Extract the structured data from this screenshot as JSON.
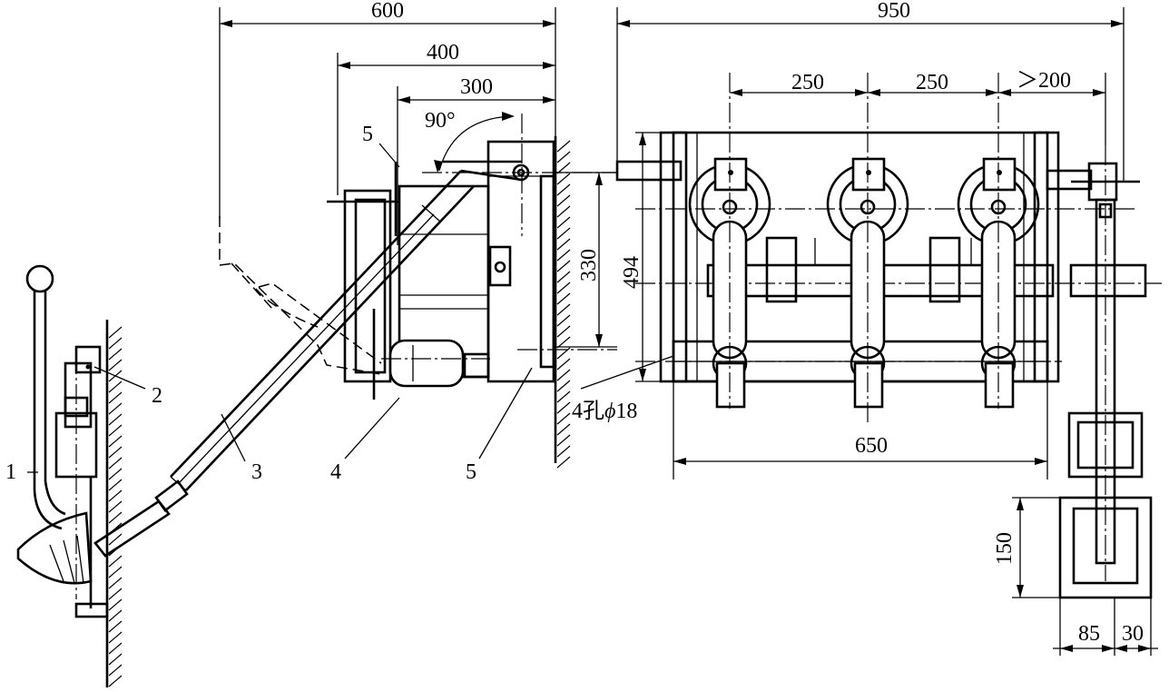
{
  "dimensions": {
    "d600": "600",
    "d400": "400",
    "d300": "300",
    "angle": "90°",
    "d330": "330",
    "d950": "950",
    "d250a": "250",
    "d250b": "250",
    "d200": "＞200",
    "d494": "494",
    "d650": "650",
    "d150": "150",
    "d85": "85",
    "d30": "30"
  },
  "labels": {
    "l1": "1",
    "l2": "2",
    "l3": "3",
    "l4": "4",
    "l5a": "5",
    "l5b": "5",
    "hole_prefix": "4孔",
    "hole_phi": "ϕ",
    "hole_size": "18"
  }
}
